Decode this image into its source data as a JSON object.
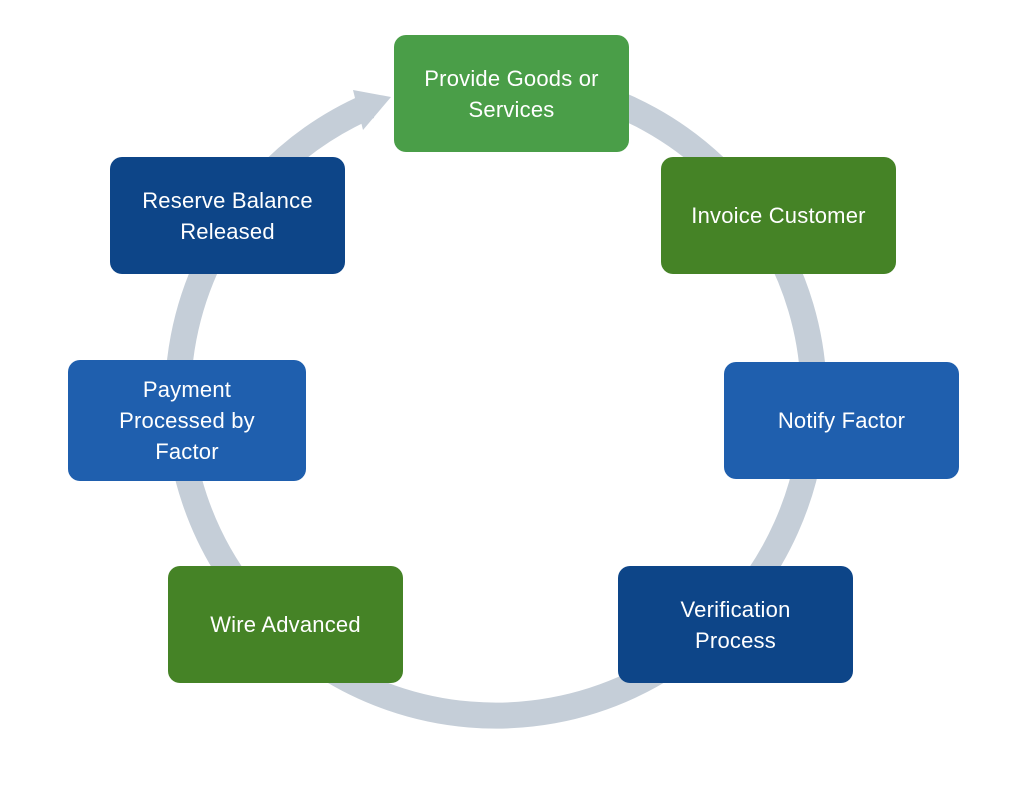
{
  "colors": {
    "ring": "#c5ced8",
    "bright_green": "#4a9e48",
    "dark_green": "#458326",
    "bright_blue": "#1f5fae",
    "dark_blue": "#0d4588"
  },
  "steps": [
    {
      "label": "Provide Goods or\nServices",
      "color": "#4a9e48"
    },
    {
      "label": "Invoice Customer",
      "color": "#458326"
    },
    {
      "label": "Notify Factor",
      "color": "#1f5fae"
    },
    {
      "label": "Verification\nProcess",
      "color": "#0d4588"
    },
    {
      "label": "Wire Advanced",
      "color": "#458326"
    },
    {
      "label": "Payment\nProcessed by\nFactor",
      "color": "#1f5fae"
    },
    {
      "label": "Reserve Balance\nReleased",
      "color": "#0d4588"
    }
  ]
}
